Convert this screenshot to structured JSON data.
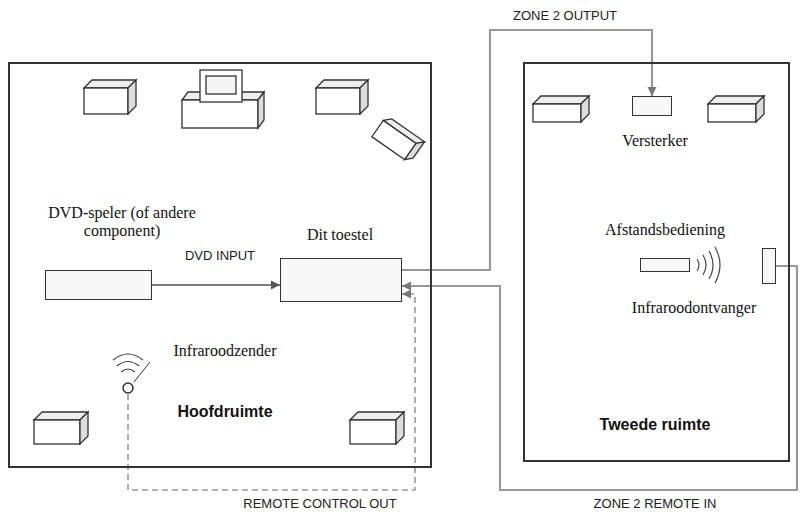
{
  "diagram": {
    "nodes": [
      {
        "text": [
          "Hoofdruimte"
        ]
      },
      {
        "text": [
          "DVD-speler (of andere component)"
        ],
        "in": 0
      },
      {
        "text": [
          "Dit toestel"
        ],
        "in": 0
      },
      {
        "text": [
          "Infraroodzender"
        ],
        "in": 0
      },
      {
        "text": [
          "Tweede ruimte"
        ]
      },
      {
        "text": [
          "Versterker"
        ],
        "in": 4
      },
      {
        "text": [
          "Afstandsbediening"
        ],
        "in": 4
      },
      {
        "text": [
          "Infraroodontvanger"
        ],
        "in": 4
      }
    ],
    "edges": [
      {
        "from": 1,
        "to": 2,
        "arrow": "to",
        "label": "DVD INPUT"
      },
      {
        "from": 2,
        "to": 5,
        "arrow": "to",
        "label": "ZONE 2 OUTPUT"
      },
      {
        "from": 7,
        "to": 2,
        "arrow": "to",
        "label": "ZONE 2 REMOTE IN"
      },
      {
        "from": 3,
        "to": 2,
        "arrow": "to",
        "label": "REMOTE CONTROL OUT"
      }
    ]
  }
}
